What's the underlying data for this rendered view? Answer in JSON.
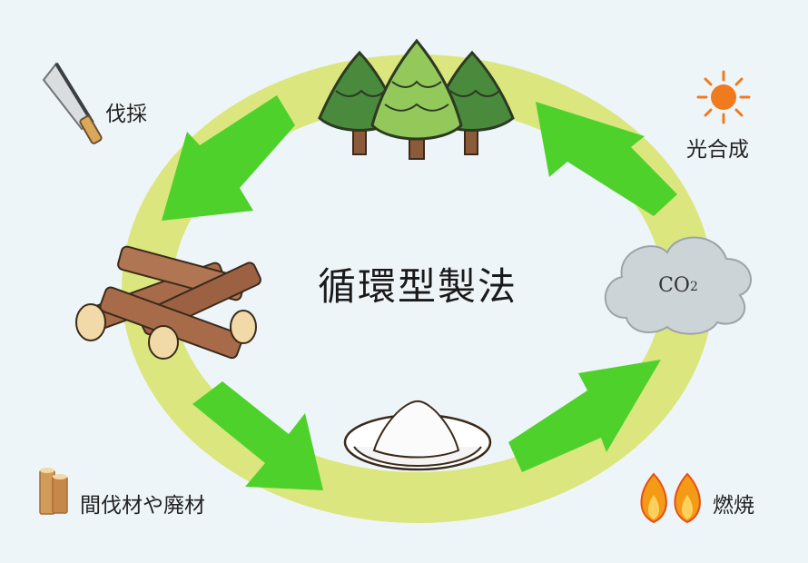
{
  "title": "循環型製法",
  "labels": {
    "logging": "伐採",
    "photosynthesis": "光合成",
    "combustion": "燃焼",
    "thinned_wood": "間伐材や廃材"
  },
  "co2": {
    "main": "CO",
    "subscript": "2"
  },
  "colors": {
    "background": "#eef5f9",
    "ring": "#dbe67f",
    "arrow": "#4fd12c",
    "cloud": "#cdd4d8",
    "sun": "#f07a1e",
    "flame": "#f39a16"
  }
}
